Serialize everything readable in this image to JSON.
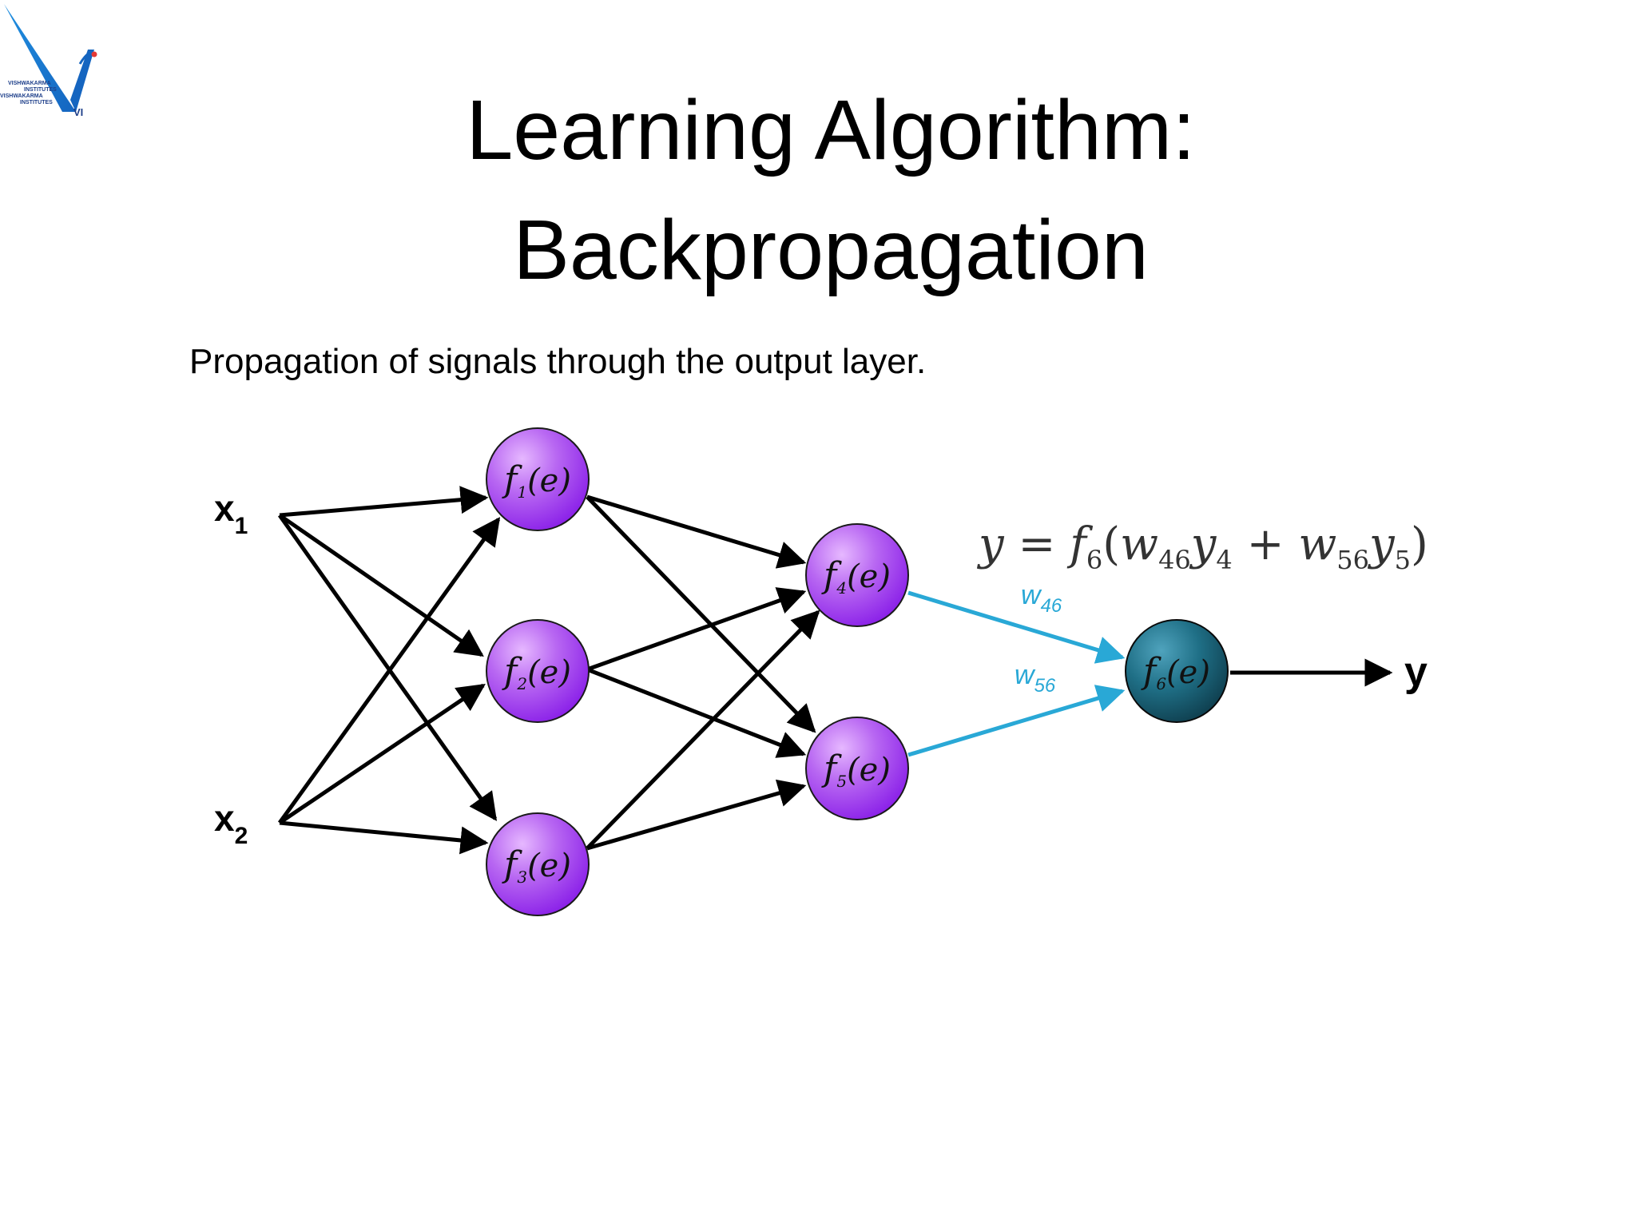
{
  "logo": {
    "lines": [
      "VISHWAKARMA",
      "INSTITUTES",
      "VISHWAKARMA",
      "INSTITUTES"
    ],
    "mark": "VI"
  },
  "title": {
    "line1": "Learning Algorithm:",
    "line2": "Backpropagation"
  },
  "subtitle": "Propagation of signals through the output layer.",
  "diagram": {
    "inputs": [
      {
        "base": "x",
        "sub": "1"
      },
      {
        "base": "x",
        "sub": "2"
      }
    ],
    "nodes": [
      {
        "id": 1,
        "func": "f",
        "sub": "1",
        "arg": "(e)"
      },
      {
        "id": 2,
        "func": "f",
        "sub": "2",
        "arg": "(e)"
      },
      {
        "id": 3,
        "func": "f",
        "sub": "3",
        "arg": "(e)"
      },
      {
        "id": 4,
        "func": "f",
        "sub": "4",
        "arg": "(e)"
      },
      {
        "id": 5,
        "func": "f",
        "sub": "5",
        "arg": "(e)"
      },
      {
        "id": 6,
        "func": "f",
        "sub": "6",
        "arg": "(e)"
      }
    ],
    "weights": [
      {
        "base": "w",
        "sub": "46"
      },
      {
        "base": "w",
        "sub": "56"
      }
    ],
    "output": "y",
    "formula": {
      "lhs": "y",
      "eq": " = ",
      "f": "f",
      "f_sub": "6",
      "open": "(",
      "w1": "w",
      "w1_sub": "46",
      "y1": "y",
      "y1_sub": "4",
      "plus": " + ",
      "w2": "w",
      "w2_sub": "56",
      "y2": "y",
      "y2_sub": "5",
      "close": ")"
    },
    "colors": {
      "hidden_node": "#b04ff0",
      "output_node": "#1f6f86",
      "highlight_edge": "#29a8d6",
      "edge": "#000000"
    }
  }
}
